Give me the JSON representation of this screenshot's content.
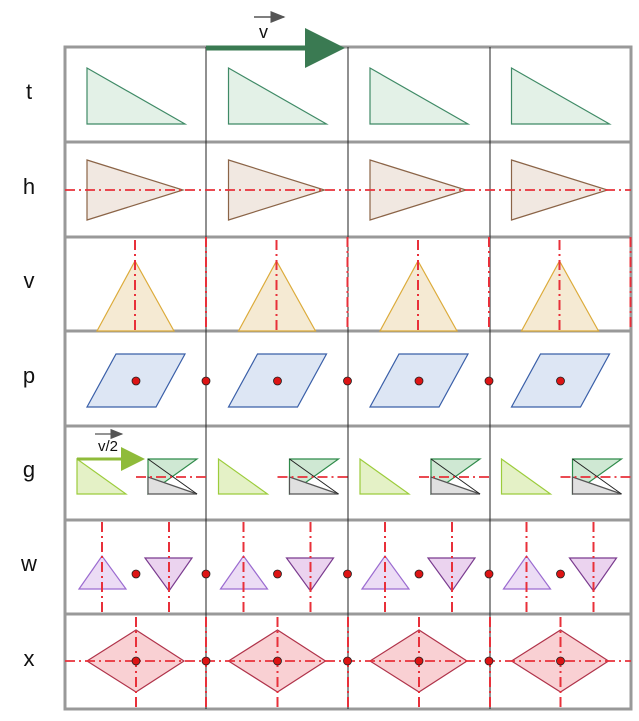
{
  "rows": [
    {
      "label": "t",
      "name": "row-t"
    },
    {
      "label": "h",
      "name": "row-h"
    },
    {
      "label": "v",
      "name": "row-v"
    },
    {
      "label": "p",
      "name": "row-p"
    },
    {
      "label": "g",
      "name": "row-g"
    },
    {
      "label": "w",
      "name": "row-w"
    },
    {
      "label": "x",
      "name": "row-x"
    }
  ],
  "vectors": {
    "translation_label": "v",
    "glide_label": "v/2"
  },
  "colors": {
    "t": "#e3f1e7",
    "t_stroke": "#3f8a66",
    "h": "#f1e8e1",
    "h_stroke": "#8b6447",
    "v": "#f5ead3",
    "v_stroke": "#dcab3a",
    "p": "#dde6f4",
    "p_stroke": "#3a5fa8",
    "g": "#e4f1c6",
    "g_stroke": "#9ccc3c",
    "g_dark": "#cfe8d3",
    "g_dark_stroke": "#2f8a4a",
    "w": "#ecdcf5",
    "w_stroke": "#9b6bd0",
    "w2": "#ebd3ef",
    "w2_stroke": "#7a3b8f",
    "x": "#f9d0d3",
    "x_stroke": "#b0334a",
    "mirror": "#e8303a",
    "point": "#dd1414",
    "vector": "#3a7a52",
    "vector_g": "#8fbb3a",
    "grid": "#999999"
  }
}
